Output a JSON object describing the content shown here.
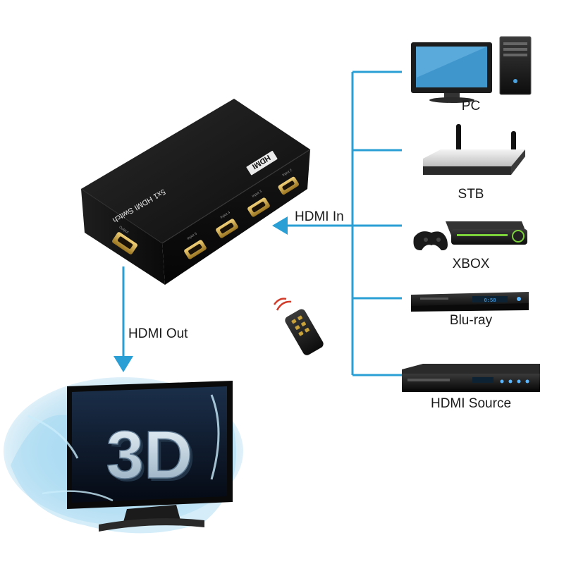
{
  "colors": {
    "connector": "#2a9fd6",
    "switch_body": "#121212",
    "port_gold": "#c9a23a",
    "water": "#6ec3ea"
  },
  "switch_device": {
    "model_text": "5x1 HDMI Switch",
    "logo_text": "HDMI",
    "input_port_labels": [
      "Input 5",
      "Input 4",
      "Input 3",
      "Input 2"
    ],
    "output_port_label": "Output"
  },
  "connections": {
    "in_label": "HDMI In",
    "out_label": "HDMI Out"
  },
  "sources": [
    {
      "label": "PC",
      "icon": "pc-icon"
    },
    {
      "label": "STB",
      "icon": "router-icon"
    },
    {
      "label": "XBOX",
      "icon": "game-console-icon"
    },
    {
      "label": "Blu-ray",
      "icon": "bluray-player-icon"
    },
    {
      "label": "HDMI Source",
      "icon": "media-player-icon"
    }
  ],
  "display": {
    "screen_text": "3D",
    "icon": "tv-3d-icon"
  },
  "remote": {
    "icon": "remote-control-icon"
  },
  "bluray_display_text": "0:58"
}
